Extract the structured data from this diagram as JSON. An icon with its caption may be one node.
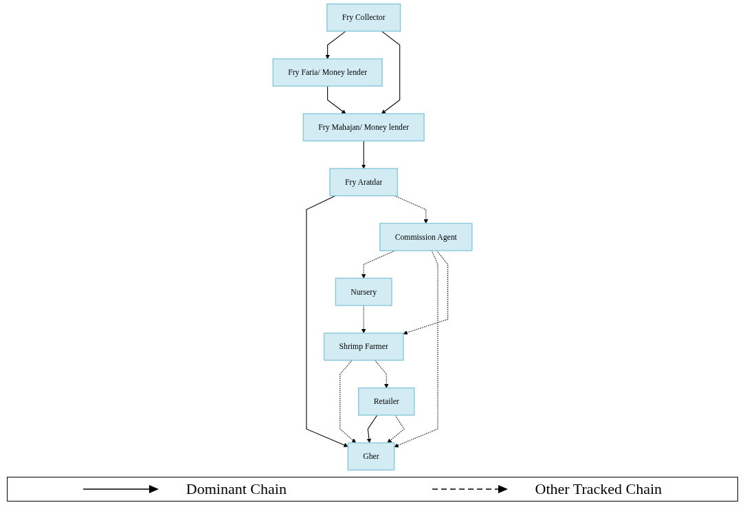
{
  "diagram": {
    "nodes": [
      {
        "text": [
          "Fry Collector"
        ]
      },
      {
        "text": [
          "Fry Faria/ Money lender"
        ]
      },
      {
        "text": [
          "Fry Mahajan/ Money lender"
        ]
      },
      {
        "text": [
          "Fry Aratdar"
        ]
      },
      {
        "text": [
          "Commission Agent"
        ]
      },
      {
        "text": [
          "Nursery"
        ]
      },
      {
        "text": [
          "Gher"
        ]
      },
      {
        "text": [
          "Shrimp Farmer"
        ]
      },
      {
        "text": [
          "Retailer"
        ]
      }
    ],
    "edges": [
      {
        "from": 0,
        "to": 1,
        "arrow": "to"
      },
      {
        "from": 0,
        "to": 2,
        "arrow": "to"
      },
      {
        "from": 1,
        "to": 2,
        "arrow": "to"
      },
      {
        "from": 2,
        "to": 3,
        "arrow": "to"
      },
      {
        "from": 3,
        "to": 6,
        "arrow": "to"
      },
      {
        "from": 8,
        "to": 6,
        "arrow": "to"
      },
      {
        "from": 3,
        "to": 4,
        "arrow": "to",
        "style": "dashed"
      },
      {
        "from": 4,
        "to": 5,
        "arrow": "to",
        "style": "dashed"
      },
      {
        "from": 5,
        "to": 7,
        "arrow": "to",
        "style": "dashed"
      },
      {
        "from": 4,
        "to": 6,
        "arrow": "to",
        "style": "dashed"
      },
      {
        "from": 4,
        "to": 7,
        "arrow": "to",
        "style": "dashed"
      },
      {
        "from": 7,
        "to": 6,
        "arrow": "to",
        "style": "dashed"
      },
      {
        "from": 8,
        "to": 6,
        "arrow": "to",
        "style": "dashed"
      },
      {
        "from": 7,
        "to": 8,
        "arrow": "to",
        "style": "dashed"
      }
    ],
    "legend": [
      {
        "text": "Dominant Chain"
      },
      {
        "text": "Other Tracked Chain"
      }
    ]
  }
}
